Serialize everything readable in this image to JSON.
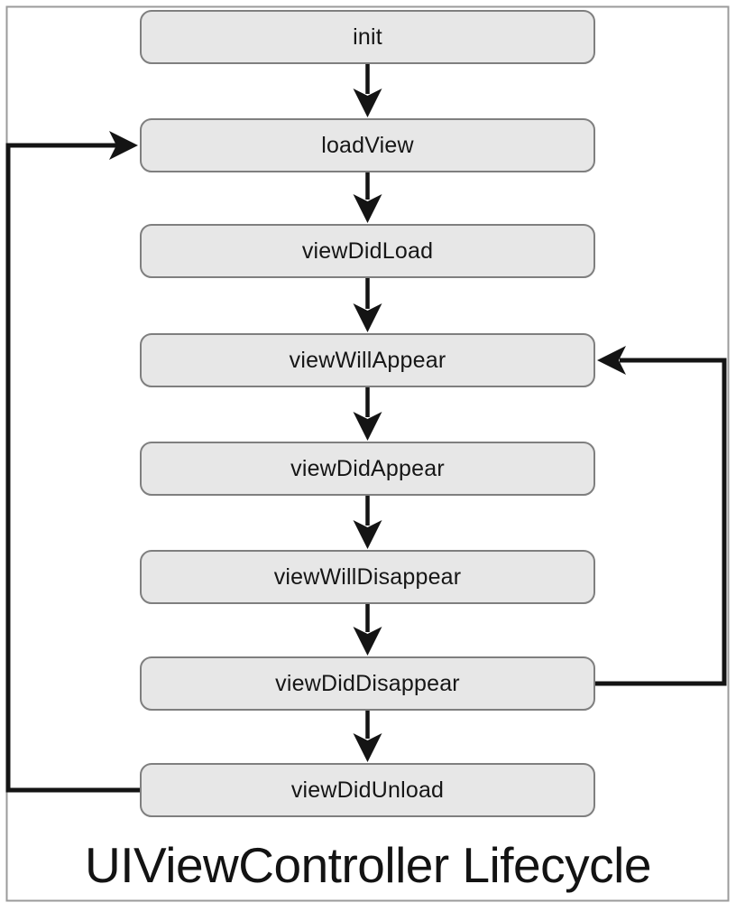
{
  "diagram": {
    "title": "UIViewController Lifecycle",
    "type": "flowchart",
    "nodes": [
      {
        "id": "init",
        "label": "init"
      },
      {
        "id": "loadView",
        "label": "loadView"
      },
      {
        "id": "viewDidLoad",
        "label": "viewDidLoad"
      },
      {
        "id": "viewWillAppear",
        "label": "viewWillAppear"
      },
      {
        "id": "viewDidAppear",
        "label": "viewDidAppear"
      },
      {
        "id": "viewWillDisappear",
        "label": "viewWillDisappear"
      },
      {
        "id": "viewDidDisappear",
        "label": "viewDidDisappear"
      },
      {
        "id": "viewDidUnload",
        "label": "viewDidUnload"
      }
    ],
    "edges": [
      {
        "from": "init",
        "to": "loadView",
        "route": "straight-down"
      },
      {
        "from": "loadView",
        "to": "viewDidLoad",
        "route": "straight-down"
      },
      {
        "from": "viewDidLoad",
        "to": "viewWillAppear",
        "route": "straight-down"
      },
      {
        "from": "viewWillAppear",
        "to": "viewDidAppear",
        "route": "straight-down"
      },
      {
        "from": "viewDidAppear",
        "to": "viewWillDisappear",
        "route": "straight-down"
      },
      {
        "from": "viewWillDisappear",
        "to": "viewDidDisappear",
        "route": "straight-down"
      },
      {
        "from": "viewDidDisappear",
        "to": "viewDidUnload",
        "route": "straight-down"
      },
      {
        "from": "viewDidUnload",
        "to": "loadView",
        "route": "left-loop"
      },
      {
        "from": "viewDidDisappear",
        "to": "viewWillAppear",
        "route": "right-loop"
      }
    ],
    "colors": {
      "node_fill": "#e7e7e7",
      "node_border": "#7f7f7f",
      "connector": "#141414",
      "frame_border": "#9b9b9b",
      "text": "#161616",
      "background": "#ffffff"
    }
  }
}
